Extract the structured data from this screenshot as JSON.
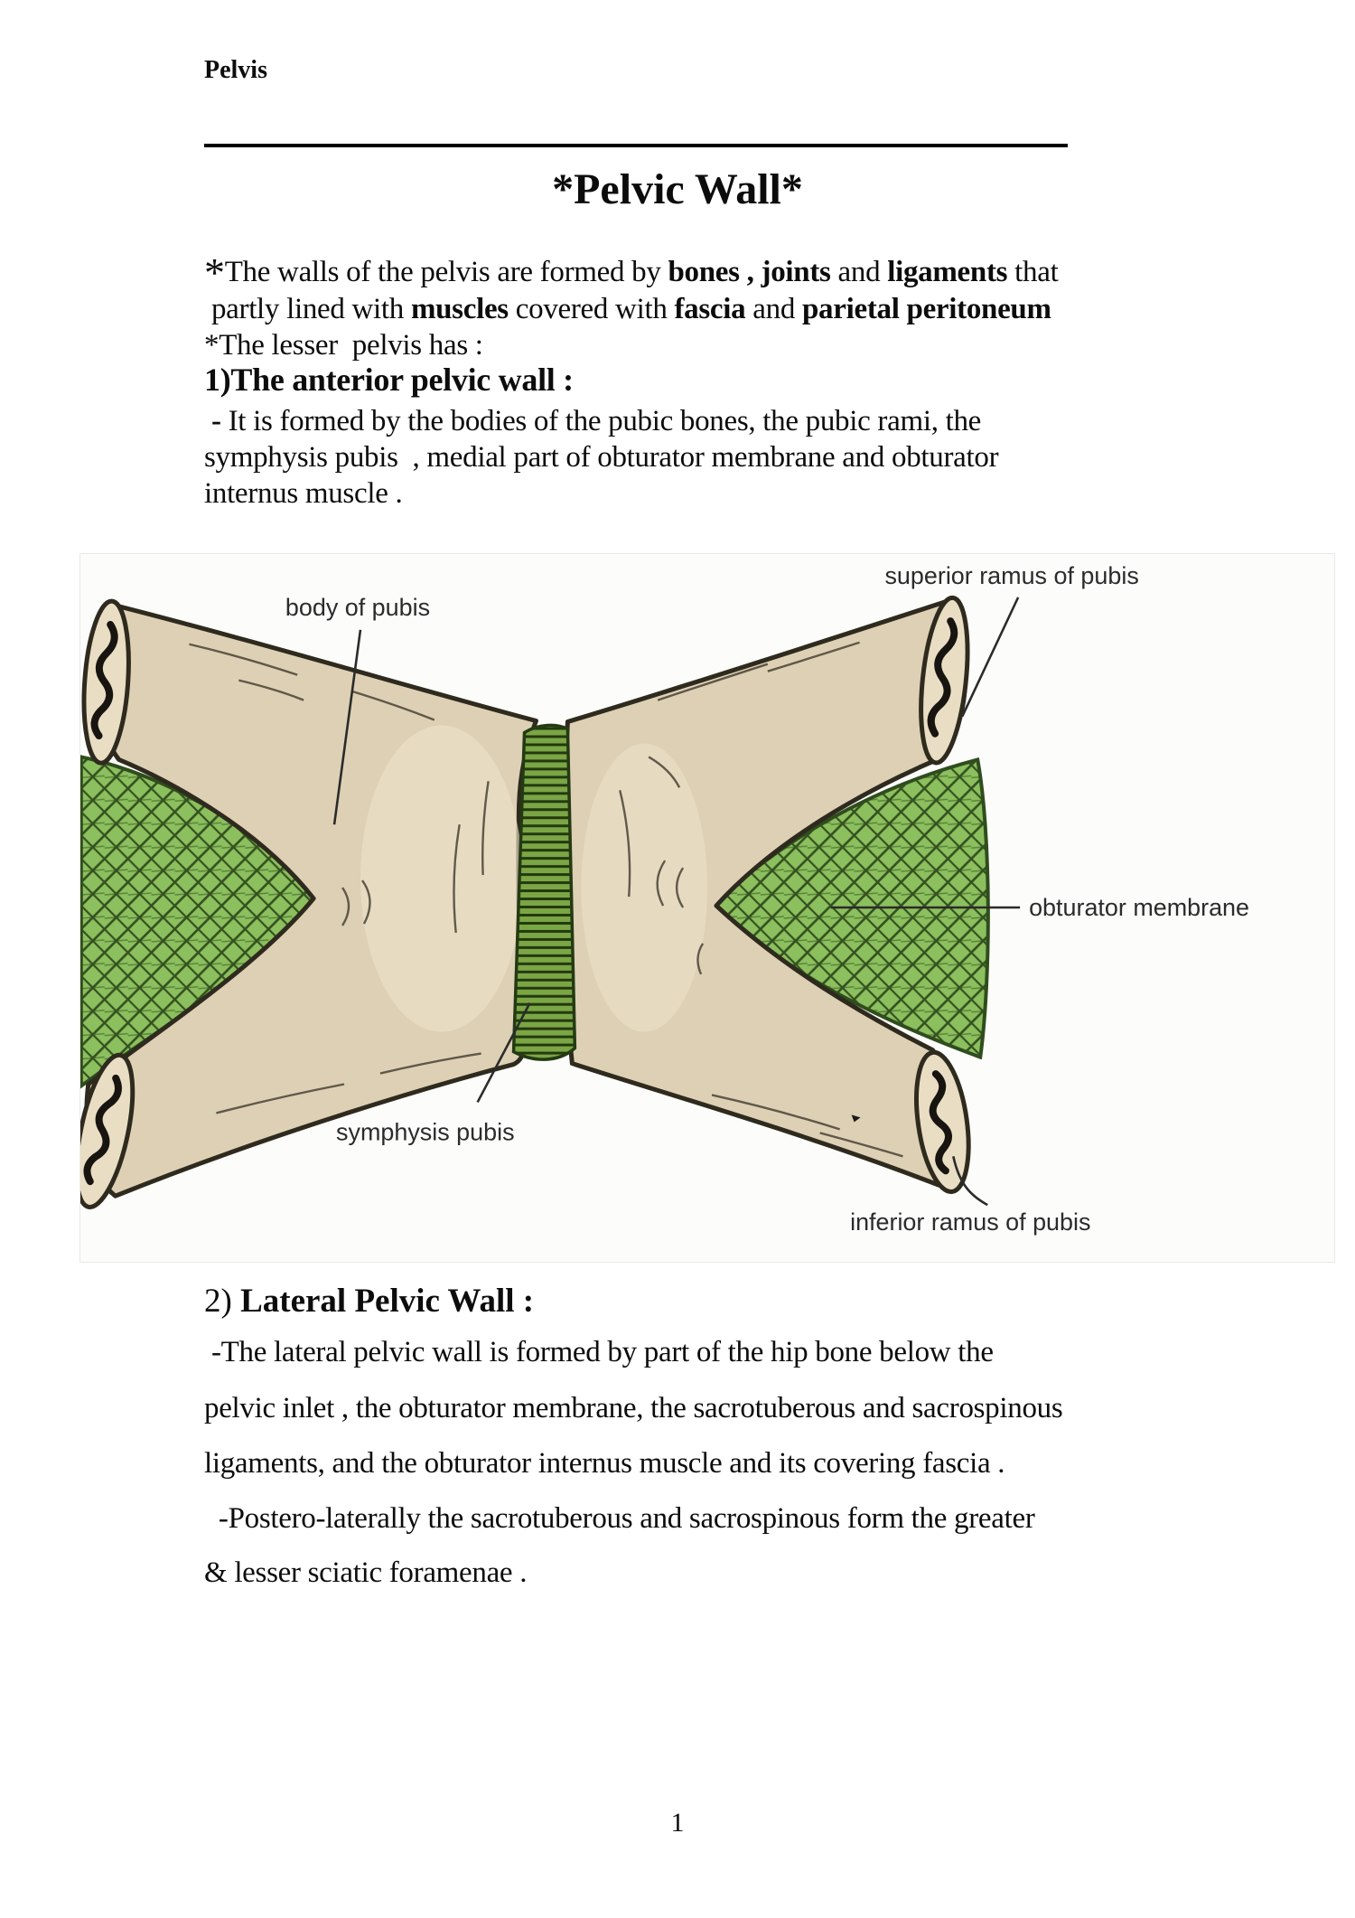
{
  "page": {
    "header": "Pelvis",
    "title": "*Pelvic Wall*",
    "page_number": "1"
  },
  "intro": {
    "line1": {
      "star": "*",
      "t1": "The walls of the pelvis are formed by ",
      "b1": "bones , joints",
      "t2": " and ",
      "b2": "ligaments",
      "t3": " that"
    },
    "line2": {
      "t1": " partly lined with ",
      "b1": "muscles",
      "t2": " covered with ",
      "b2": "fascia",
      "t3": " and ",
      "b3": "parietal peritoneum"
    },
    "line3": "*The lesser  pelvis has :",
    "heading1": "1)The anterior pelvic wall :",
    "line5": {
      "dash": " - ",
      "t1": "It is formed by the bodies of the pubic bones, the pubic rami, the"
    },
    "line6": "symphysis pubis  , medial part of obturator membrane and obturator",
    "line7": "internus muscle ."
  },
  "section2": {
    "heading_num": "2) ",
    "heading": "Lateral Pelvic Wall :",
    "line1": " -The lateral pelvic wall is formed by part of the hip bone below the",
    "line2": "pelvic inlet , the obturator membrane, the sacrotuberous and sacrospinous",
    "line3": "ligaments, and the obturator internus muscle and its covering fascia .",
    "line4": "  -Postero-laterally the sacrotuberous and sacrospinous form the greater",
    "line5": "& lesser sciatic foramenae ."
  },
  "diagram": {
    "labels": {
      "body_of_pubis": "body of pubis",
      "superior_ramus": "superior ramus of pubis",
      "obturator_membrane": "obturator membrane",
      "symphysis_pubis": "symphysis pubis",
      "inferior_ramus": "inferior ramus of pubis"
    }
  },
  "colors": {
    "bone": "#ddd0b4",
    "bone_light": "#e9ddc3",
    "bone_outline": "#2e2a1e",
    "membrane": "#8cbf5e",
    "membrane_hatch": "#33511e",
    "symphysis": "#7aa645",
    "symphysis_stripe": "#24390f",
    "label_text": "#2b2b2b"
  }
}
